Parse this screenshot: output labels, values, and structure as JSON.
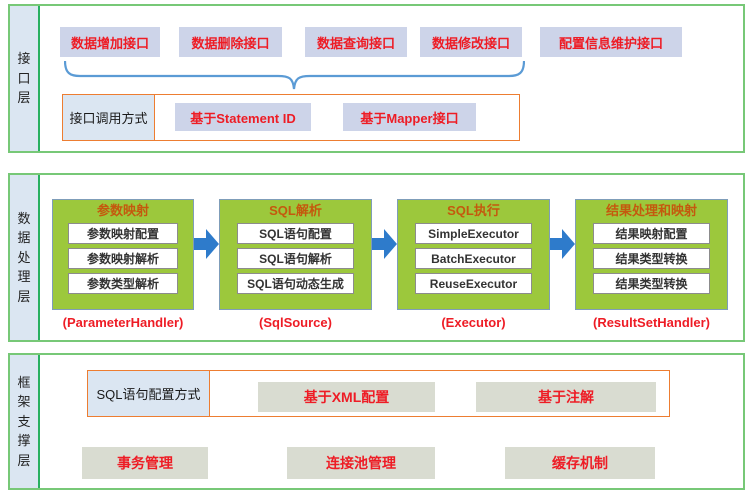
{
  "colors": {
    "section_border_green": "#77c877",
    "label_cell_bg": "#dbe6f2",
    "label_cell_border_green": "#29b061",
    "api_box_lavender": "#cdd4e9",
    "accent_red": "#ee1c25",
    "orange_border": "#ed7d31",
    "brace_blue": "#5b9bd5",
    "stage_green": "#9cc83c",
    "stage_title_orange": "#c4590e",
    "arrow_blue": "#2e7bcb",
    "support_box_sage": "#d9dcd1"
  },
  "sections": {
    "interface": {
      "label": "接口层",
      "api_boxes": [
        "数据增加接口",
        "数据删除接口",
        "数据查询接口",
        "数据修改接口",
        "配置信息维护接口"
      ],
      "call_method": {
        "label": "接口调用方式",
        "options": [
          "基于Statement ID",
          "基于Mapper接口"
        ]
      }
    },
    "processing": {
      "label": "数据处理层",
      "stages": [
        {
          "title": "参数映射",
          "items": [
            "参数映射配置",
            "参数映射解析",
            "参数类型解析"
          ],
          "caption": "(ParameterHandler)"
        },
        {
          "title": "SQL解析",
          "items": [
            "SQL语句配置",
            "SQL语句解析",
            "SQL语句动态生成"
          ],
          "caption": "(SqlSource)"
        },
        {
          "title": "SQL执行",
          "items": [
            "SimpleExecutor",
            "BatchExecutor",
            "ReuseExecutor"
          ],
          "caption": "(Executor)"
        },
        {
          "title": "结果处理和映射",
          "items": [
            "结果映射配置",
            "结果类型转换",
            "结果类型转换"
          ],
          "caption": "(ResultSetHandler)"
        }
      ]
    },
    "support": {
      "label": "框架支撑层",
      "config_method": {
        "label": "SQL语句配置方式",
        "options": [
          "基于XML配置",
          "基于注解"
        ]
      },
      "features": [
        "事务管理",
        "连接池管理",
        "缓存机制"
      ]
    }
  }
}
